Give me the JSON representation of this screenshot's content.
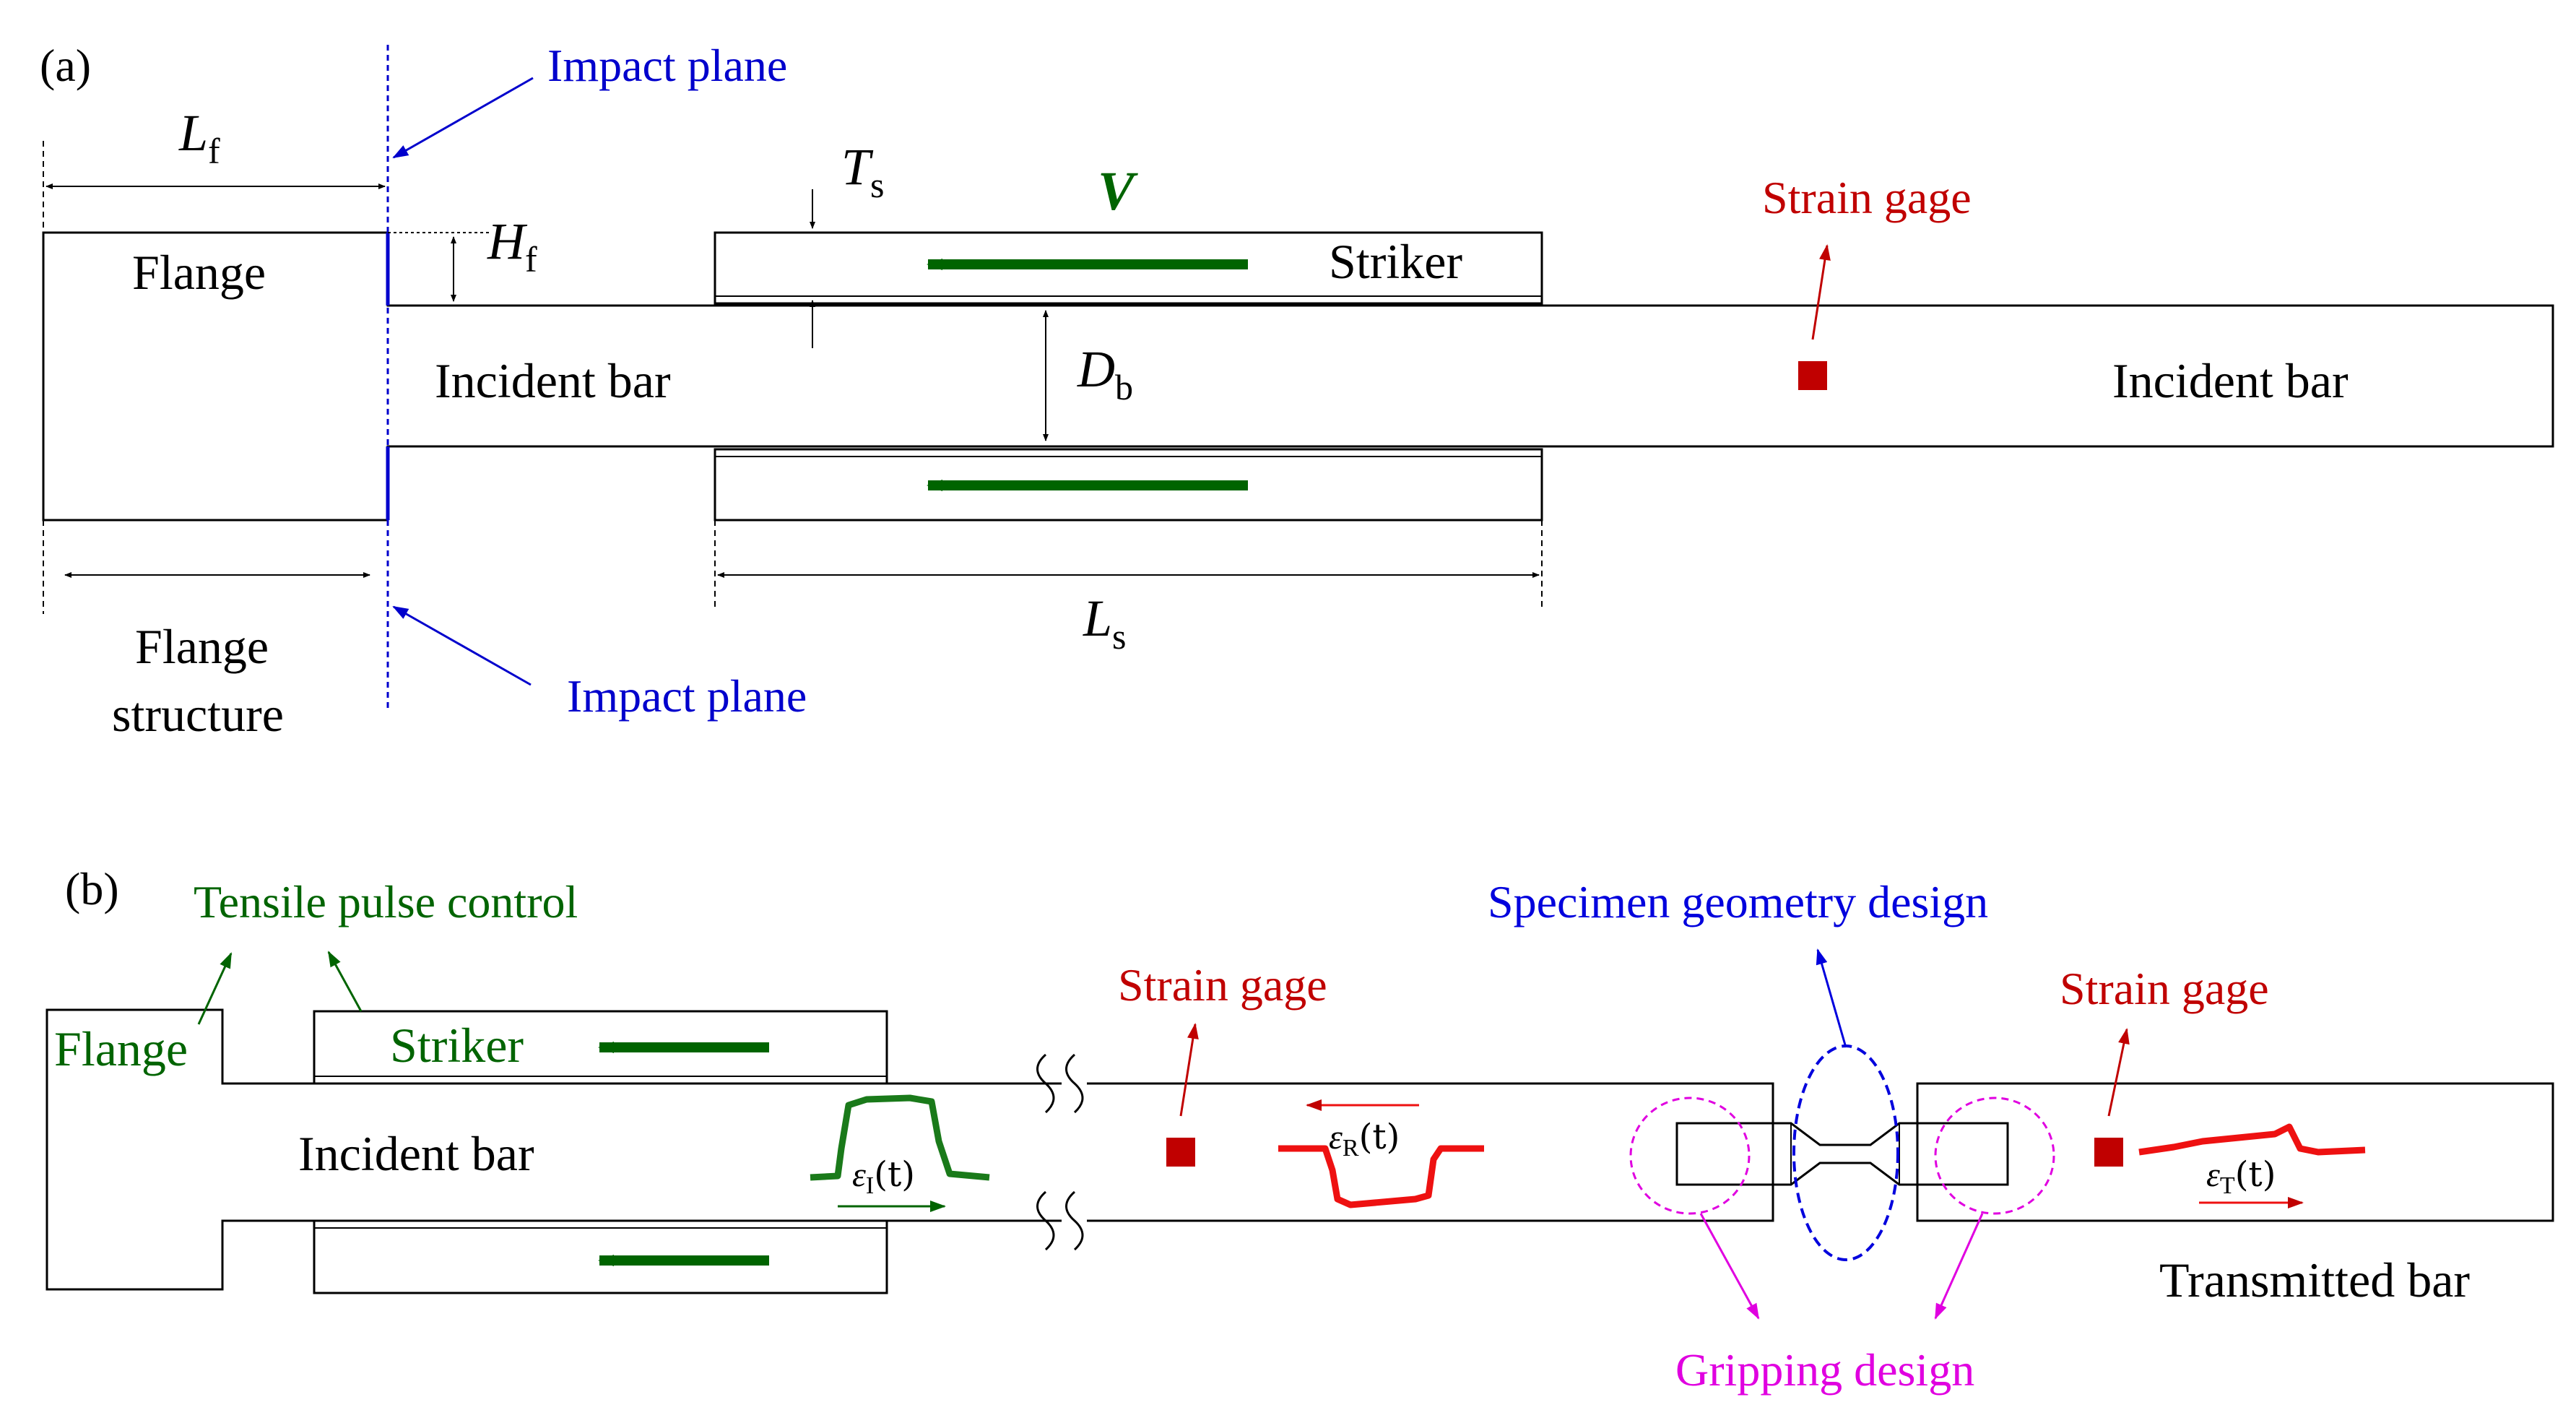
{
  "colors": {
    "black": "#000000",
    "impact_blue": "#0000cc",
    "gage_red": "#c00000",
    "pulse_green": "#006400",
    "design_blue": "#0000dd",
    "grip_magenta": "#e000e0"
  },
  "panel_a": {
    "label": "(a)",
    "impact_plane_top": "Impact plane",
    "impact_plane_bottom": "Impact plane",
    "flange": "Flange",
    "flange_structure_line1": "Flange",
    "flange_structure_line2": "structure",
    "incident_bar_left": "Incident bar",
    "incident_bar_right": "Incident bar",
    "striker": "Striker",
    "strain_gage": "Strain gage",
    "velocity": "V",
    "lf": {
      "main": "L",
      "sub": "f"
    },
    "hf": {
      "main": "H",
      "sub": "f"
    },
    "ts": {
      "main": "T",
      "sub": "s"
    },
    "db": {
      "main": "D",
      "sub": "b"
    },
    "ls": {
      "main": "L",
      "sub": "s"
    }
  },
  "panel_b": {
    "label": "(b)",
    "tensile_pulse_control": "Tensile pulse control",
    "flange": "Flange",
    "striker": "Striker",
    "incident_bar": "Incident bar",
    "transmitted_bar": "Transmitted bar",
    "strain_gage_left": "Strain gage",
    "strain_gage_right": "Strain gage",
    "specimen_geometry_design": "Specimen geometry design",
    "gripping_design": "Gripping design",
    "eps_i": {
      "main": "ε",
      "sub": "I",
      "arg": "(t)"
    },
    "eps_r": {
      "main": "ε",
      "sub": "R",
      "arg": "(t)"
    },
    "eps_t": {
      "main": "ε",
      "sub": "T",
      "arg": "(t)"
    }
  }
}
